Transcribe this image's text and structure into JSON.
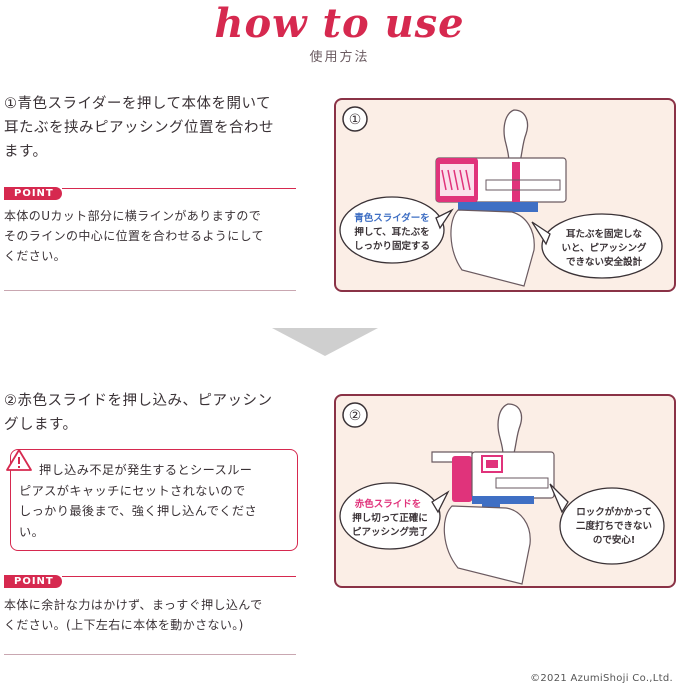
{
  "header": {
    "title": "how to use",
    "subtitle": "使用方法"
  },
  "step1": {
    "text_lines": [
      "①青色スライダーを押して本体を開いて",
      "耳たぶを挟みピアッシング位置を合わせ",
      "ます。"
    ],
    "point_label": "POINT",
    "note_lines": [
      "本体のUカット部分に横ラインがありますので",
      "そのラインの中心に位置を合わせるようにして",
      "ください。"
    ],
    "illustration": {
      "number": "①",
      "bubble_left": [
        "青色スライダーを",
        "押して、耳たぶを",
        "しっかり固定する"
      ],
      "bubble_right": [
        "耳たぶを固定しな",
        "いと、ピアッシング",
        "できない安全設計"
      ]
    }
  },
  "step2": {
    "text_lines": [
      "②赤色スライドを押し込み、ピアッシン",
      "グします。"
    ],
    "warning_lines": [
      "押し込み不足が発生するとシースルー",
      "ピアスがキャッチにセットされないので",
      "しっかり最後まで、強く押し込んでくださ",
      "い。"
    ],
    "point_label": "POINT",
    "note_lines": [
      "本体に余計な力はかけず、まっすぐ押し込んで",
      "ください。(上下左右に本体を動かさない。)"
    ],
    "illustration": {
      "number": "②",
      "bubble_left": [
        "赤色スライドを",
        "押し切って正確に",
        "ピアッシング完了"
      ],
      "bubble_right": [
        "ロックがかかって",
        "二度打ちできない",
        "ので安心!"
      ]
    }
  },
  "footer": {
    "copyright": "©2021 AzumiShoji Co.,Ltd."
  },
  "colors": {
    "accent": "#d6294f",
    "panel_border": "#8a3246",
    "panel_bg": "#fbeee6",
    "blue": "#3f6fc4",
    "pink": "#e0337b"
  }
}
